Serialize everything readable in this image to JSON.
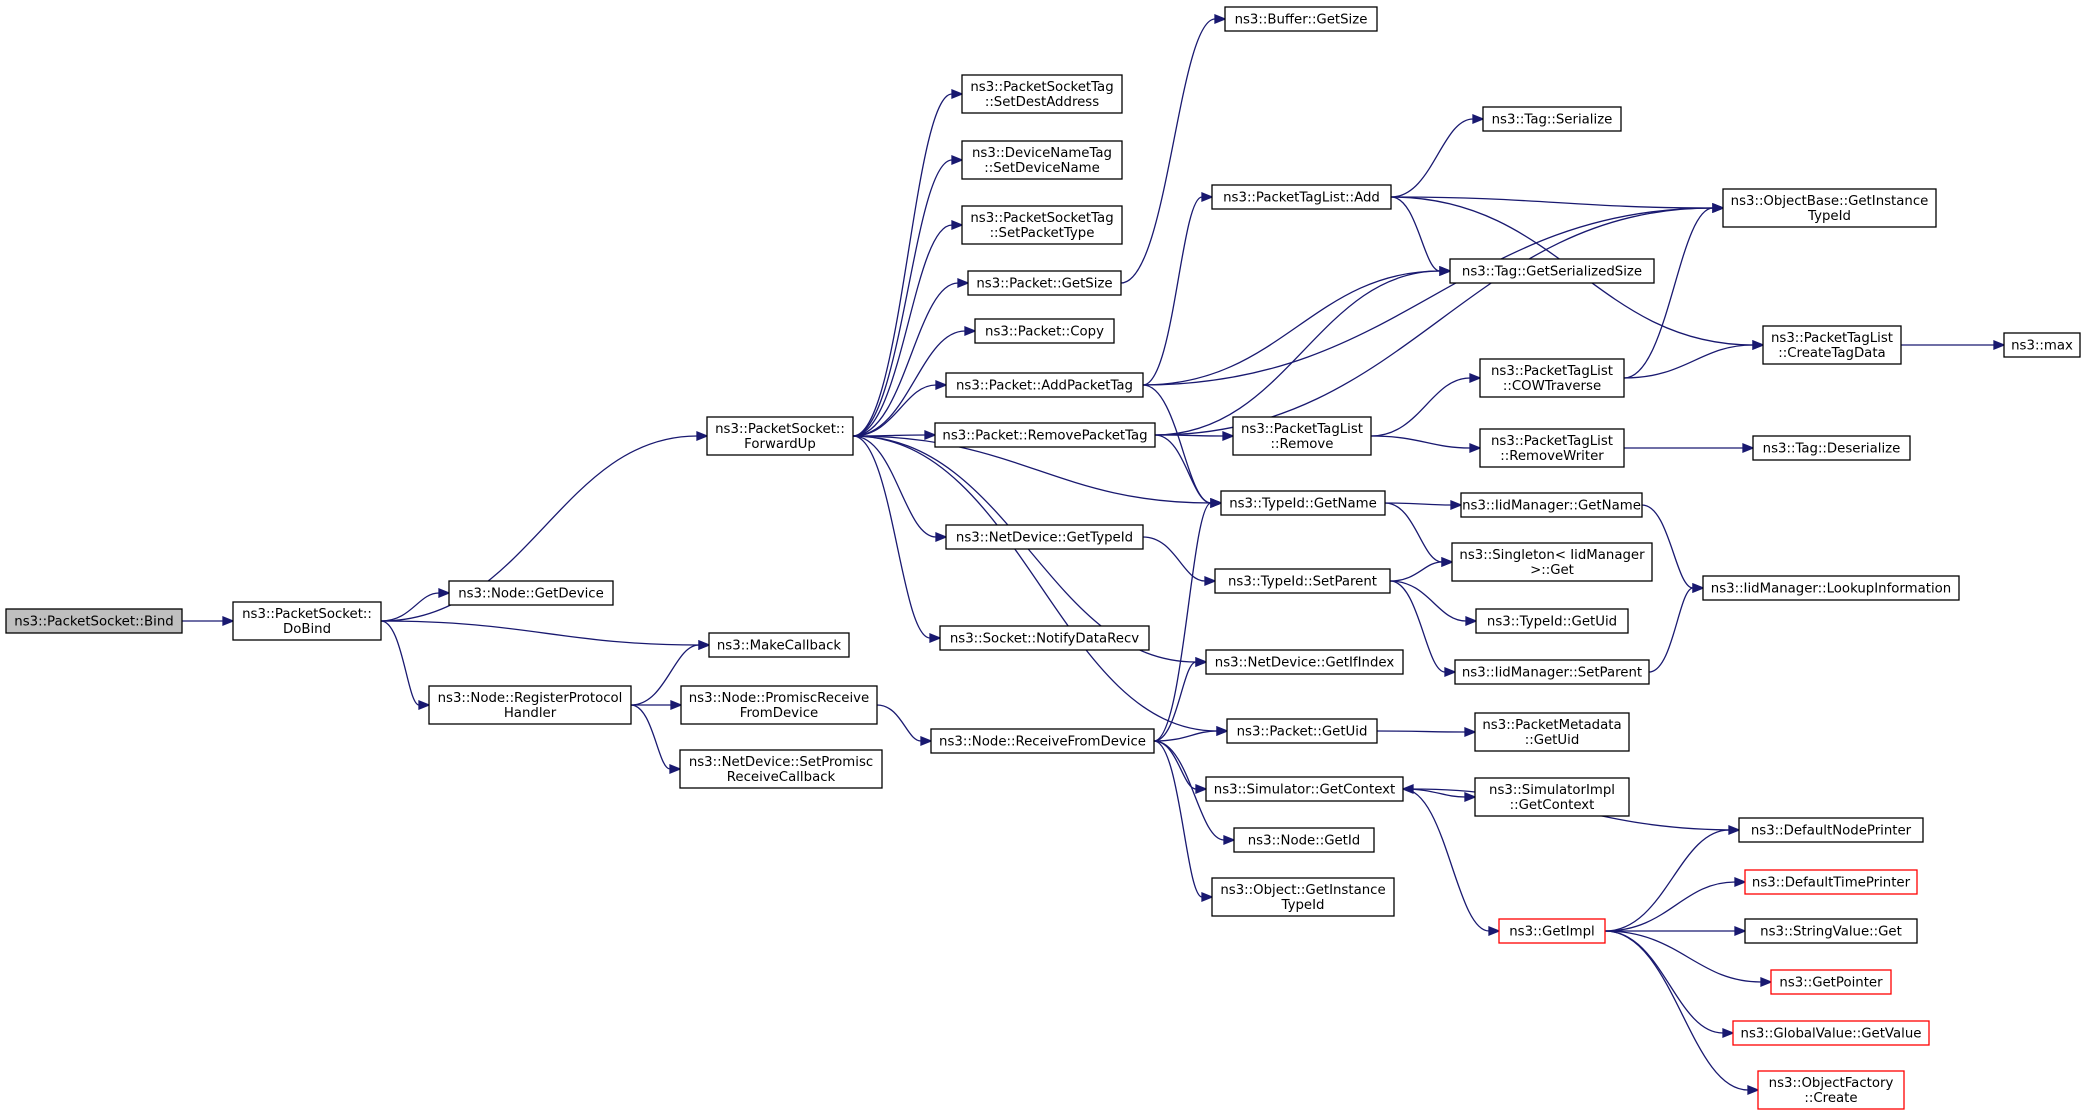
{
  "colors": {
    "edge": "#191970",
    "root_fill": "#bfbfbf",
    "border": "#000000",
    "truncated_border": "#ff0000"
  },
  "nodes": [
    {
      "id": "bind",
      "lines": [
        "ns3::PacketSocket::Bind"
      ],
      "root": true
    },
    {
      "id": "dobind",
      "lines": [
        "ns3::PacketSocket::",
        "DoBind"
      ]
    },
    {
      "id": "getdevice",
      "lines": [
        "ns3::Node::GetDevice"
      ]
    },
    {
      "id": "makecallback",
      "lines": [
        "ns3::MakeCallback"
      ]
    },
    {
      "id": "regproto",
      "lines": [
        "ns3::Node::RegisterProtocol",
        "Handler"
      ]
    },
    {
      "id": "promiscrecv",
      "lines": [
        "ns3::Node::PromiscReceive",
        "FromDevice"
      ]
    },
    {
      "id": "setpromisc",
      "lines": [
        "ns3::NetDevice::SetPromisc",
        "ReceiveCallback"
      ]
    },
    {
      "id": "forwardup",
      "lines": [
        "ns3::PacketSocket::",
        "ForwardUp"
      ]
    },
    {
      "id": "setdest",
      "lines": [
        "ns3::PacketSocketTag",
        "::SetDestAddress"
      ]
    },
    {
      "id": "setdevname",
      "lines": [
        "ns3::DeviceNameTag",
        "::SetDeviceName"
      ]
    },
    {
      "id": "setpkttype",
      "lines": [
        "ns3::PacketSocketTag",
        "::SetPacketType"
      ]
    },
    {
      "id": "pktgetsize",
      "lines": [
        "ns3::Packet::GetSize"
      ]
    },
    {
      "id": "pktcopy",
      "lines": [
        "ns3::Packet::Copy"
      ]
    },
    {
      "id": "addpkttag",
      "lines": [
        "ns3::Packet::AddPacketTag"
      ]
    },
    {
      "id": "rmpkttag",
      "lines": [
        "ns3::Packet::RemovePacketTag"
      ]
    },
    {
      "id": "ndgettypeid",
      "lines": [
        "ns3::NetDevice::GetTypeId"
      ]
    },
    {
      "id": "notifydata",
      "lines": [
        "ns3::Socket::NotifyDataRecv"
      ]
    },
    {
      "id": "recvfromdev",
      "lines": [
        "ns3::Node::ReceiveFromDevice"
      ]
    },
    {
      "id": "bufgetsize",
      "lines": [
        "ns3::Buffer::GetSize"
      ]
    },
    {
      "id": "ptladd",
      "lines": [
        "ns3::PacketTagList::Add"
      ]
    },
    {
      "id": "ptlremove",
      "lines": [
        "ns3::PacketTagList",
        "::Remove"
      ]
    },
    {
      "id": "typeidgetname",
      "lines": [
        "ns3::TypeId::GetName"
      ]
    },
    {
      "id": "typeidsetparent",
      "lines": [
        "ns3::TypeId::SetParent"
      ]
    },
    {
      "id": "ndgetifindex",
      "lines": [
        "ns3::NetDevice::GetIfIndex"
      ]
    },
    {
      "id": "pktgetuid",
      "lines": [
        "ns3::Packet::GetUid"
      ]
    },
    {
      "id": "simgetcontext",
      "lines": [
        "ns3::Simulator::GetContext"
      ]
    },
    {
      "id": "nodegetid",
      "lines": [
        "ns3::Node::GetId"
      ]
    },
    {
      "id": "objgetinst",
      "lines": [
        "ns3::Object::GetInstance",
        "TypeId"
      ]
    },
    {
      "id": "tagserialize",
      "lines": [
        "ns3::Tag::Serialize"
      ]
    },
    {
      "id": "taggetsersize",
      "lines": [
        "ns3::Tag::GetSerializedSize"
      ]
    },
    {
      "id": "ptlcow",
      "lines": [
        "ns3::PacketTagList",
        "::COWTraverse"
      ]
    },
    {
      "id": "ptlremovewriter",
      "lines": [
        "ns3::PacketTagList",
        "::RemoveWriter"
      ]
    },
    {
      "id": "iidgetname",
      "lines": [
        "ns3::IidManager::GetName"
      ]
    },
    {
      "id": "singletonget",
      "lines": [
        "ns3::Singleton< IidManager",
        ">::Get"
      ]
    },
    {
      "id": "typeidgetuid",
      "lines": [
        "ns3::TypeId::GetUid"
      ]
    },
    {
      "id": "iidsetparent",
      "lines": [
        "ns3::IidManager::SetParent"
      ]
    },
    {
      "id": "pmgetuid",
      "lines": [
        "ns3::PacketMetadata",
        "::GetUid"
      ]
    },
    {
      "id": "simimplgetctx",
      "lines": [
        "ns3::SimulatorImpl",
        "::GetContext"
      ]
    },
    {
      "id": "getimpl",
      "lines": [
        "ns3::GetImpl"
      ],
      "red": true
    },
    {
      "id": "objbasegetinst",
      "lines": [
        "ns3::ObjectBase::GetInstance",
        "TypeId"
      ]
    },
    {
      "id": "ptlcreatetag",
      "lines": [
        "ns3::PacketTagList",
        "::CreateTagData"
      ]
    },
    {
      "id": "tagdeserialize",
      "lines": [
        "ns3::Tag::Deserialize"
      ]
    },
    {
      "id": "iidlookup",
      "lines": [
        "ns3::IidManager::LookupInformation"
      ]
    },
    {
      "id": "defnodeprinter",
      "lines": [
        "ns3::DefaultNodePrinter"
      ]
    },
    {
      "id": "deftimeprinter",
      "lines": [
        "ns3::DefaultTimePrinter"
      ],
      "red": true
    },
    {
      "id": "strvalget",
      "lines": [
        "ns3::StringValue::Get"
      ]
    },
    {
      "id": "getpointer",
      "lines": [
        "ns3::GetPointer"
      ],
      "red": true
    },
    {
      "id": "gvgetvalue",
      "lines": [
        "ns3::GlobalValue::GetValue"
      ],
      "red": true
    },
    {
      "id": "objfactcreate",
      "lines": [
        "ns3::ObjectFactory",
        "::Create"
      ],
      "red": true
    },
    {
      "id": "max",
      "lines": [
        "ns3::max"
      ]
    }
  ],
  "edges": [
    [
      "bind",
      "dobind"
    ],
    [
      "dobind",
      "forwardup"
    ],
    [
      "dobind",
      "getdevice"
    ],
    [
      "dobind",
      "makecallback"
    ],
    [
      "dobind",
      "regproto"
    ],
    [
      "regproto",
      "makecallback"
    ],
    [
      "regproto",
      "promiscrecv"
    ],
    [
      "regproto",
      "setpromisc"
    ],
    [
      "promiscrecv",
      "recvfromdev"
    ],
    [
      "forwardup",
      "setdest"
    ],
    [
      "forwardup",
      "setdevname"
    ],
    [
      "forwardup",
      "setpkttype"
    ],
    [
      "forwardup",
      "pktgetsize"
    ],
    [
      "forwardup",
      "pktcopy"
    ],
    [
      "forwardup",
      "addpkttag"
    ],
    [
      "forwardup",
      "rmpkttag"
    ],
    [
      "forwardup",
      "typeidgetname"
    ],
    [
      "forwardup",
      "ndgettypeid"
    ],
    [
      "forwardup",
      "notifydata"
    ],
    [
      "forwardup",
      "ndgetifindex"
    ],
    [
      "forwardup",
      "pktgetuid"
    ],
    [
      "pktgetsize",
      "bufgetsize"
    ],
    [
      "addpkttag",
      "ptladd"
    ],
    [
      "addpkttag",
      "objbasegetinst"
    ],
    [
      "addpkttag",
      "taggetsersize"
    ],
    [
      "addpkttag",
      "typeidgetname"
    ],
    [
      "rmpkttag",
      "ptlremove"
    ],
    [
      "rmpkttag",
      "objbasegetinst"
    ],
    [
      "rmpkttag",
      "taggetsersize"
    ],
    [
      "rmpkttag",
      "typeidgetname"
    ],
    [
      "ndgettypeid",
      "typeidsetparent"
    ],
    [
      "recvfromdev",
      "typeidgetname"
    ],
    [
      "recvfromdev",
      "ndgetifindex"
    ],
    [
      "recvfromdev",
      "pktgetuid"
    ],
    [
      "recvfromdev",
      "simgetcontext"
    ],
    [
      "recvfromdev",
      "nodegetid"
    ],
    [
      "recvfromdev",
      "objgetinst"
    ],
    [
      "ptladd",
      "tagserialize"
    ],
    [
      "ptladd",
      "taggetsersize"
    ],
    [
      "ptladd",
      "objbasegetinst"
    ],
    [
      "ptladd",
      "ptlcreatetag"
    ],
    [
      "ptlremove",
      "ptlcow"
    ],
    [
      "ptlremove",
      "ptlremovewriter"
    ],
    [
      "ptlcow",
      "objbasegetinst"
    ],
    [
      "ptlcow",
      "ptlcreatetag"
    ],
    [
      "ptlremovewriter",
      "tagdeserialize"
    ],
    [
      "ptlcreatetag",
      "max"
    ],
    [
      "typeidgetname",
      "iidgetname"
    ],
    [
      "typeidgetname",
      "singletonget"
    ],
    [
      "typeidsetparent",
      "singletonget"
    ],
    [
      "typeidsetparent",
      "typeidgetuid"
    ],
    [
      "typeidsetparent",
      "iidsetparent"
    ],
    [
      "iidgetname",
      "iidlookup"
    ],
    [
      "iidsetparent",
      "iidlookup"
    ],
    [
      "pktgetuid",
      "pmgetuid"
    ],
    [
      "simgetcontext",
      "simimplgetctx"
    ],
    [
      "simgetcontext",
      "getimpl"
    ],
    [
      "defnodeprinter",
      "simgetcontext"
    ],
    [
      "getimpl",
      "defnodeprinter"
    ],
    [
      "getimpl",
      "deftimeprinter"
    ],
    [
      "getimpl",
      "strvalget"
    ],
    [
      "getimpl",
      "getpointer"
    ],
    [
      "getimpl",
      "gvgetvalue"
    ],
    [
      "getimpl",
      "objfactcreate"
    ]
  ]
}
